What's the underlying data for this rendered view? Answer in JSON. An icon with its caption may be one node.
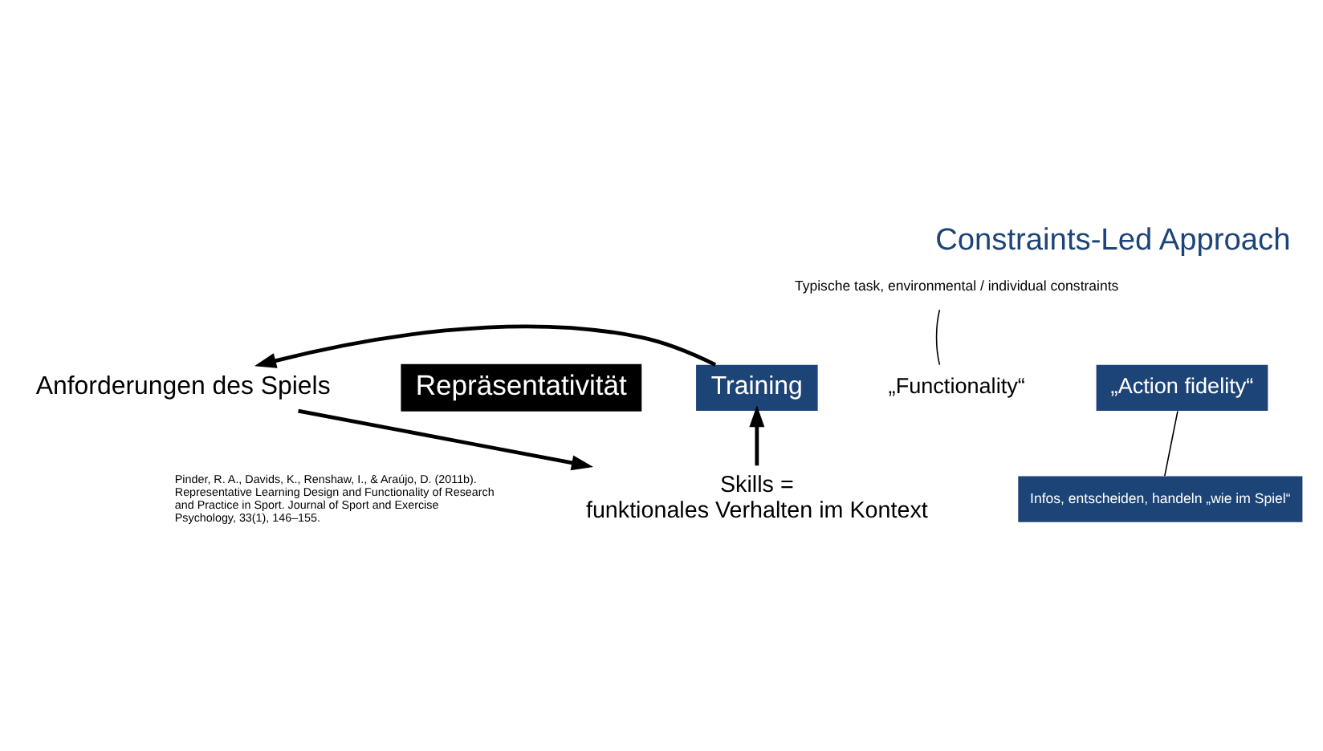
{
  "diagram": {
    "title": "Constraints-Led Approach",
    "nodes": [
      {
        "text": [
          "Anforderungen des Spiels"
        ]
      },
      {
        "text": [
          "Skills =",
          "funktionales Verhalten im Kontext"
        ]
      },
      {
        "text": [
          "Training"
        ]
      },
      {
        "text": [
          "Typische task, environmental / individual constraints"
        ]
      },
      {
        "text": [
          "„Functionality“"
        ]
      },
      {
        "text": [
          "„Action fidelity“"
        ]
      },
      {
        "text": [
          "Infos, entscheiden, handeln „wie im Spiel“"
        ]
      }
    ],
    "edges": [
      {
        "from": 2,
        "to": 0,
        "arrow": "to"
      },
      {
        "from": 0,
        "to": 1,
        "arrow": "to"
      },
      {
        "from": 1,
        "to": 2,
        "arrow": "to"
      },
      {
        "from": 3,
        "to": 4,
        "arrow": "none"
      },
      {
        "from": 5,
        "to": 6,
        "arrow": "none"
      }
    ],
    "labels": [
      "Repräsentativität",
      "Pinder, R. A., Davids, K., Renshaw, I., & Araújo, D. (2011b). Representative Learning Design and Functionality of Research and Practice in Sport. *Journal of Sport and Exercise Psychology, 33*(1), 146–155."
    ]
  }
}
